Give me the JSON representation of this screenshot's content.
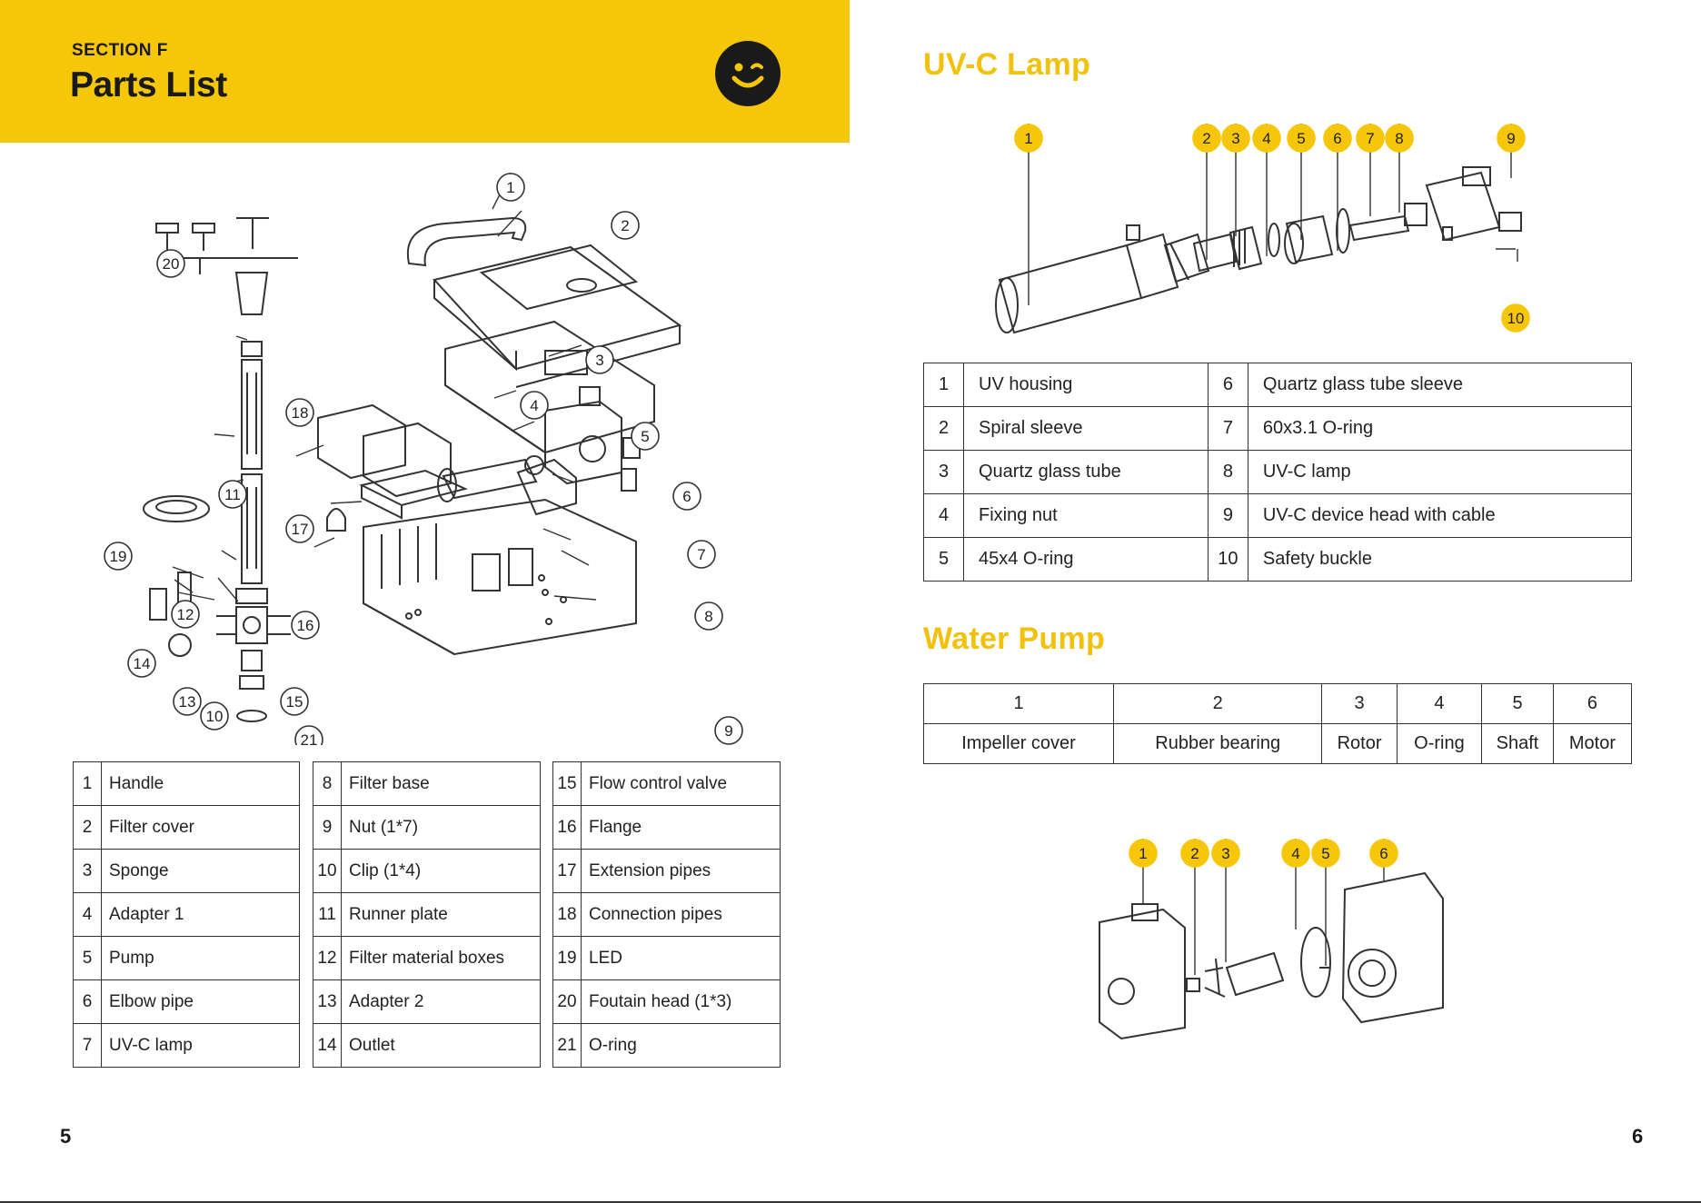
{
  "header": {
    "section_label": "SECTION F",
    "title": "Parts List",
    "icon": "winking-smiley-icon",
    "banner_color": "#f6c708"
  },
  "uvc": {
    "heading": "UV-C Lamp",
    "callouts": [
      "1",
      "2",
      "3",
      "4",
      "5",
      "6",
      "7",
      "8",
      "9",
      "10"
    ],
    "rows": [
      {
        "n1": "1",
        "p1": "UV housing",
        "n2": "6",
        "p2": "Quartz glass tube sleeve"
      },
      {
        "n1": "2",
        "p1": "Spiral sleeve",
        "n2": "7",
        "p2": "60x3.1 O-ring"
      },
      {
        "n1": "3",
        "p1": "Quartz glass tube",
        "n2": "8",
        "p2": "UV-C lamp"
      },
      {
        "n1": "4",
        "p1": "Fixing nut",
        "n2": "9",
        "p2": "UV-C device head with cable"
      },
      {
        "n1": "5",
        "p1": "45x4 O-ring",
        "n2": "10",
        "p2": "Safety buckle"
      }
    ]
  },
  "pump": {
    "heading": "Water Pump",
    "numbers": [
      "1",
      "2",
      "3",
      "4",
      "5",
      "6"
    ],
    "names": [
      "Impeller cover",
      "Rubber bearing",
      "Rotor",
      "O-ring",
      "Shaft",
      "Motor"
    ],
    "callouts": [
      "1",
      "2",
      "3",
      "4",
      "5",
      "6"
    ]
  },
  "exploded": {
    "callouts": [
      "1",
      "2",
      "3",
      "4",
      "5",
      "6",
      "7",
      "8",
      "9",
      "10",
      "11",
      "12",
      "13",
      "14",
      "15",
      "16",
      "17",
      "18",
      "19",
      "20",
      "21"
    ]
  },
  "parts": {
    "col1": [
      {
        "n": "1",
        "name": "Handle"
      },
      {
        "n": "2",
        "name": "Filter cover"
      },
      {
        "n": "3",
        "name": "Sponge"
      },
      {
        "n": "4",
        "name": "Adapter 1"
      },
      {
        "n": "5",
        "name": "Pump"
      },
      {
        "n": "6",
        "name": "Elbow pipe"
      },
      {
        "n": "7",
        "name": "UV-C lamp"
      }
    ],
    "col2": [
      {
        "n": "8",
        "name": "Filter base"
      },
      {
        "n": "9",
        "name": "Nut (1*7)"
      },
      {
        "n": "10",
        "name": "Clip (1*4)"
      },
      {
        "n": "11",
        "name": "Runner plate"
      },
      {
        "n": "12",
        "name": "Filter material boxes"
      },
      {
        "n": "13",
        "name": "Adapter 2"
      },
      {
        "n": "14",
        "name": "Outlet"
      }
    ],
    "col3": [
      {
        "n": "15",
        "name": "Flow control valve"
      },
      {
        "n": "16",
        "name": "Flange"
      },
      {
        "n": "17",
        "name": "Extension pipes"
      },
      {
        "n": "18",
        "name": "Connection pipes"
      },
      {
        "n": "19",
        "name": "LED"
      },
      {
        "n": "20",
        "name": "Foutain head (1*3)"
      },
      {
        "n": "21",
        "name": "O-ring"
      }
    ]
  },
  "footer": {
    "left_page": "5",
    "right_page": "6"
  },
  "colors": {
    "accent": "#f2c10b",
    "line": "#333333"
  }
}
